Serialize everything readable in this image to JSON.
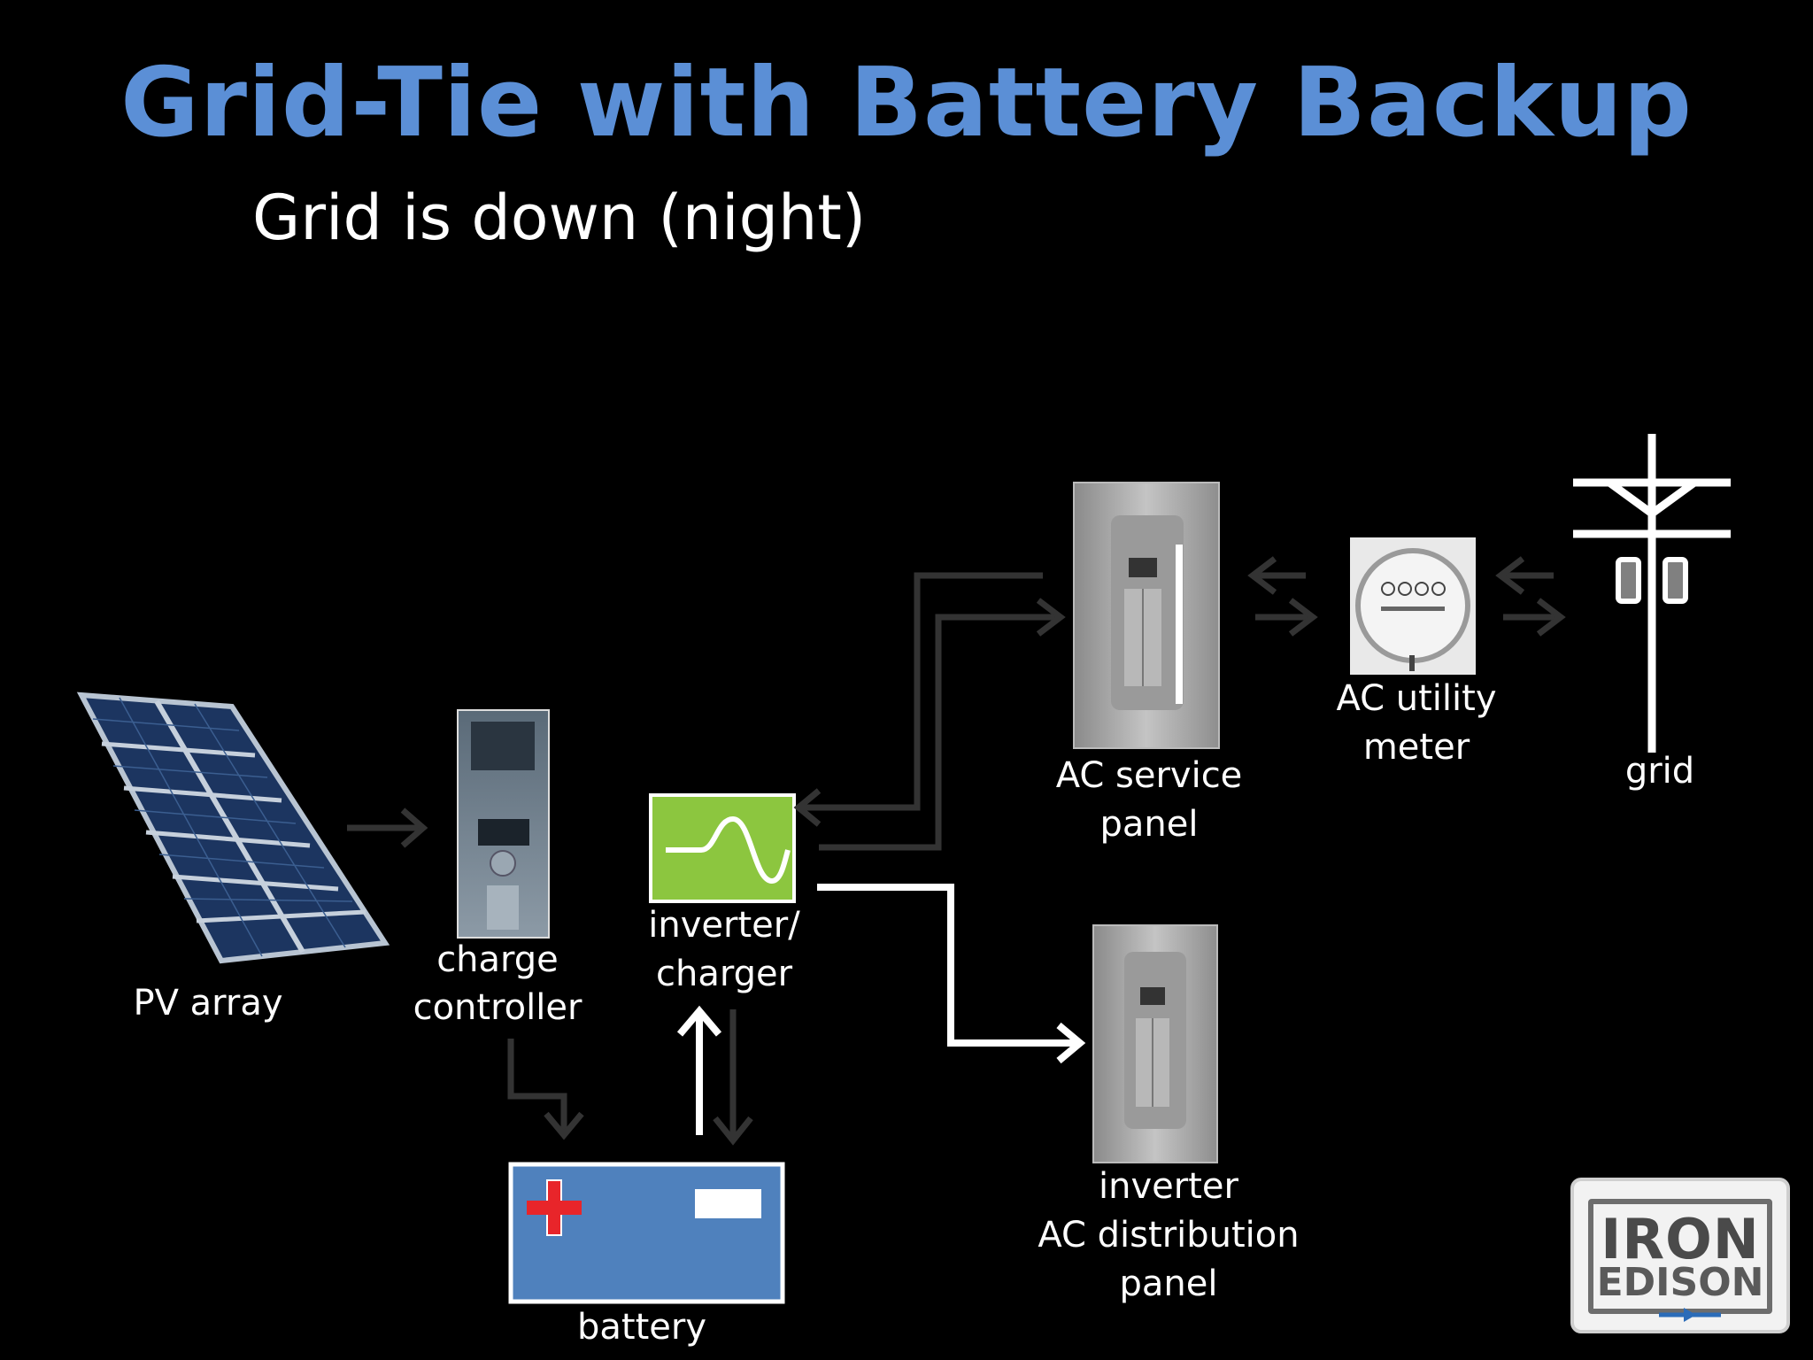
{
  "slide": {
    "title": "Grid-Tie with Battery Backup",
    "subtitle": "Grid is down (night)"
  },
  "components": {
    "pv_array": "PV array",
    "charge_controller_line1": "charge",
    "charge_controller_line2": "controller",
    "inverter_line1": "inverter/",
    "inverter_line2": "charger",
    "battery": "battery",
    "ac_service_panel_line1": "AC service",
    "ac_service_panel_line2": "panel",
    "ac_utility_meter_line1": "AC utility",
    "ac_utility_meter_line2": "meter",
    "grid": "grid",
    "dist_panel_line1": "inverter",
    "dist_panel_line2": "AC distribution",
    "dist_panel_line3": "panel"
  },
  "logo": {
    "word1": "IRON",
    "word2": "EDISON"
  },
  "colors": {
    "title": "#5b8fd6",
    "active_flow": "#ffffff",
    "inactive_flow": "#333333",
    "battery_body": "#4f81bd",
    "battery_plus": "#e8252a",
    "inverter_body": "#8cc63f"
  }
}
